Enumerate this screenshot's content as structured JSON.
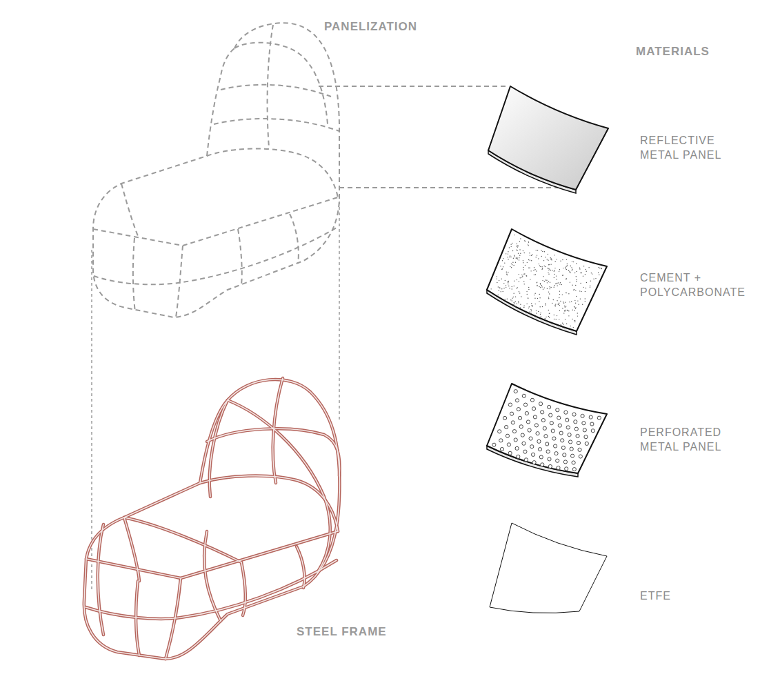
{
  "diagram": {
    "labels": [
      "PANELIZATION",
      "MATERIALS",
      "REFLECTIVE METAL PANEL",
      "CEMENT + POLYCARBONATE",
      "PERFORATED METAL PANEL",
      "ETFE",
      "STEEL FRAME"
    ]
  }
}
